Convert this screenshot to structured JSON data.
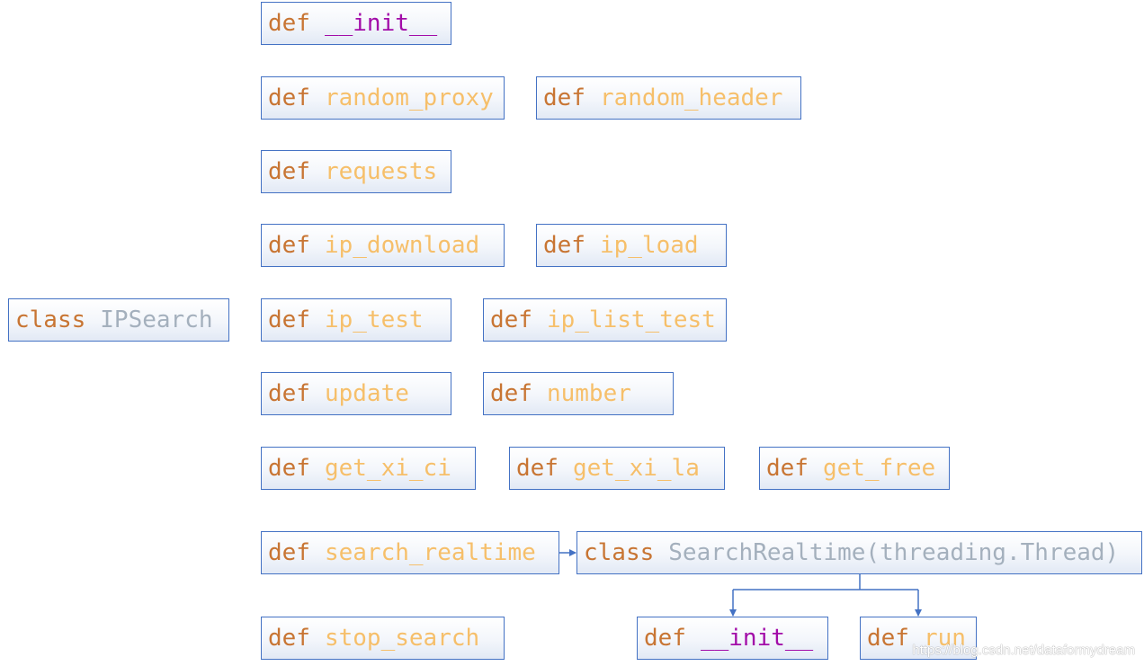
{
  "keywords": {
    "def": "def",
    "class": "class"
  },
  "class_ipsearch": {
    "keyword": "class",
    "name": "IPSearch"
  },
  "methods": {
    "init": "__init__",
    "random_proxy": "random_proxy",
    "random_header": "random_header",
    "requests": "requests",
    "ip_download": "ip_download",
    "ip_load": "ip_load",
    "ip_test": "ip_test",
    "ip_list_test": "ip_list_test",
    "update": "update",
    "number": "number",
    "get_xi_ci": "get_xi_ci",
    "get_xi_la": "get_xi_la",
    "get_free": "get_free",
    "search_realtime": "search_realtime",
    "stop_search": "stop_search"
  },
  "class_searchrealtime": {
    "keyword": "class",
    "name": "SearchRealtime(threading.Thread)",
    "methods": {
      "init": "__init__",
      "run": "run"
    }
  },
  "watermark": "https://blog.csdn.net/dataformydream",
  "colors": {
    "keyword": "#c87533",
    "method_name": "#f6bf6a",
    "magic_method": "#a20ca8",
    "class_name": "#a4b0bd",
    "border": "#4472c4"
  }
}
